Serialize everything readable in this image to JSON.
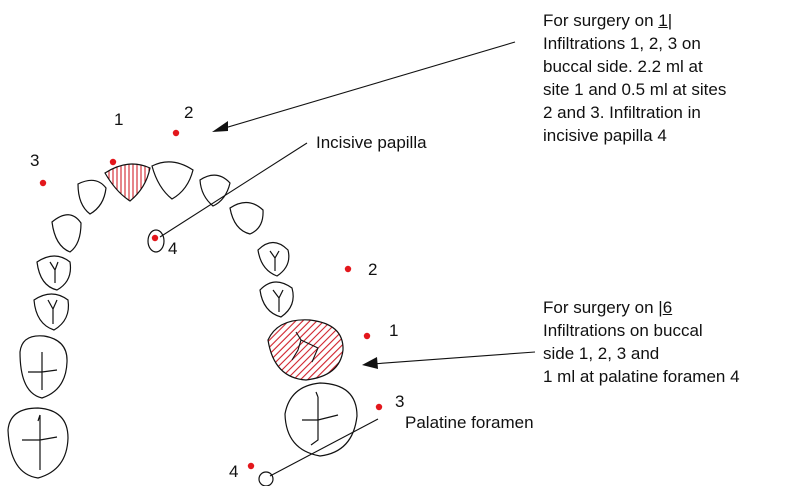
{
  "incisive_label": "Incisive papilla",
  "palatine_label": "Palatine foramen",
  "anterior_sites": [
    "1",
    "2",
    "3",
    "4"
  ],
  "posterior_sites": [
    "1",
    "2",
    "3",
    "4"
  ],
  "note_incisor": {
    "prefix": "For surgery on ",
    "tooth": "1",
    "lines": [
      "Infiltrations 1, 2, 3 on",
      "buccal side. 2.2 ml at",
      "site 1 and 0.5 ml at sites",
      "2 and 3. Infiltration in",
      "incisive papilla 4"
    ]
  },
  "note_molar": {
    "prefix": "For surgery on ",
    "tooth": "6",
    "lines": [
      "Infiltrations on buccal",
      "side 1, 2, 3 and",
      "1 ml at palatine foramen 4"
    ]
  },
  "colors": {
    "injection_dot": "#e3171c",
    "hatch": "#d0202a",
    "outline": "#111111"
  }
}
